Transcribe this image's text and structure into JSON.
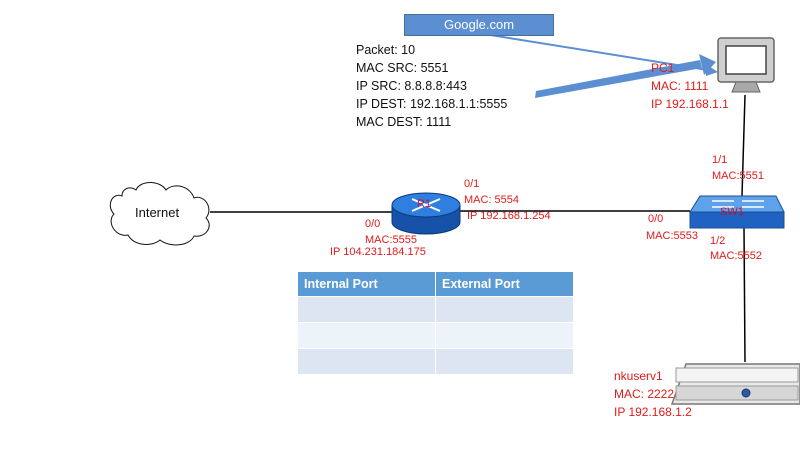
{
  "google_label": "Google.com",
  "packet": {
    "line1": "Packet: 10",
    "line2": "MAC SRC: 5551",
    "line3": "IP SRC: 8.8.8.8:443",
    "line4": "IP DEST: 192.168.1.1:5555",
    "line5": "MAC DEST: 1111"
  },
  "pc1": {
    "name": "PC1",
    "mac": "MAC: 1111",
    "ip": "IP 192.168.1.1"
  },
  "internet": {
    "label": "Internet"
  },
  "router": {
    "name": "R1",
    "port_inside": "0/1",
    "mac_inside": "MAC:  5554",
    "ip_inside": "IP 192.168.1.254",
    "port_outside": "0/0",
    "mac_outside": "MAC:5555",
    "ip_outside": "IP 104.231.184.175"
  },
  "switch": {
    "name": "SW1",
    "port_pc": "1/1",
    "mac_pc": "MAC:5551",
    "port_router": "0/0",
    "mac_router": "MAC:5553",
    "port_server": "1/2",
    "mac_server": "MAC:5552"
  },
  "server": {
    "name": "nkuserv1",
    "mac": "MAC: 2222",
    "ip": "IP 192.168.1.2"
  },
  "nat_table": {
    "headers": [
      "Internal Port",
      "External Port"
    ],
    "rows": [
      [
        "",
        ""
      ],
      [
        "",
        ""
      ],
      [
        "",
        ""
      ]
    ]
  },
  "colors": {
    "label_red": "#e21a1a",
    "arrow_blue": "#5b8fd1",
    "router_blue": "#1f6fd1",
    "switch_blue": "#2e7bd6",
    "table_header": "#5b9bd5"
  }
}
